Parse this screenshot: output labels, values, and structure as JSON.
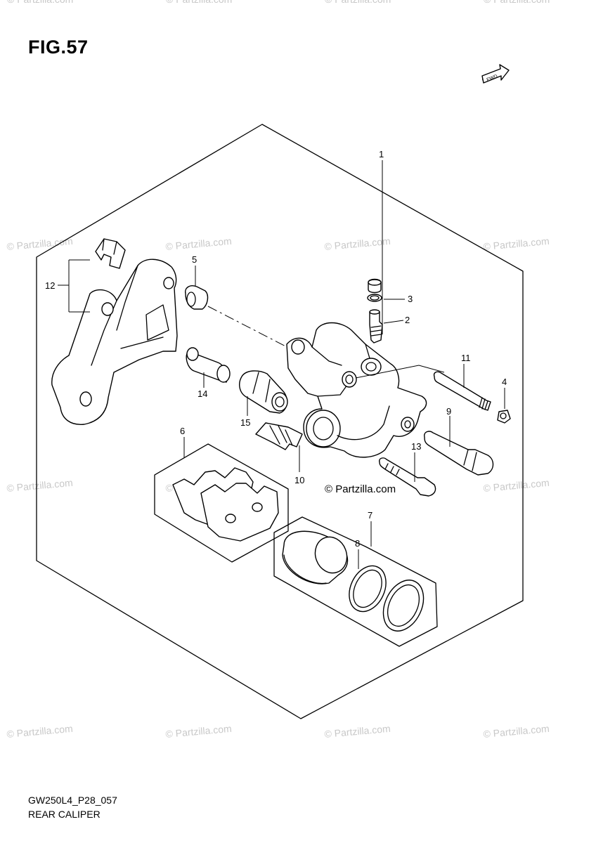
{
  "figure": {
    "title": "FIG.57",
    "code": "GW250L4_P28_057",
    "name": "REAR CALIPER",
    "fwd_label": "FWD"
  },
  "watermark": {
    "text": "© Partzilla.com",
    "center_text": "© Partzilla.com"
  },
  "callouts": [
    "1",
    "2",
    "3",
    "4",
    "5",
    "6",
    "7",
    "8",
    "9",
    "10",
    "11",
    "12",
    "13",
    "14",
    "15"
  ]
}
